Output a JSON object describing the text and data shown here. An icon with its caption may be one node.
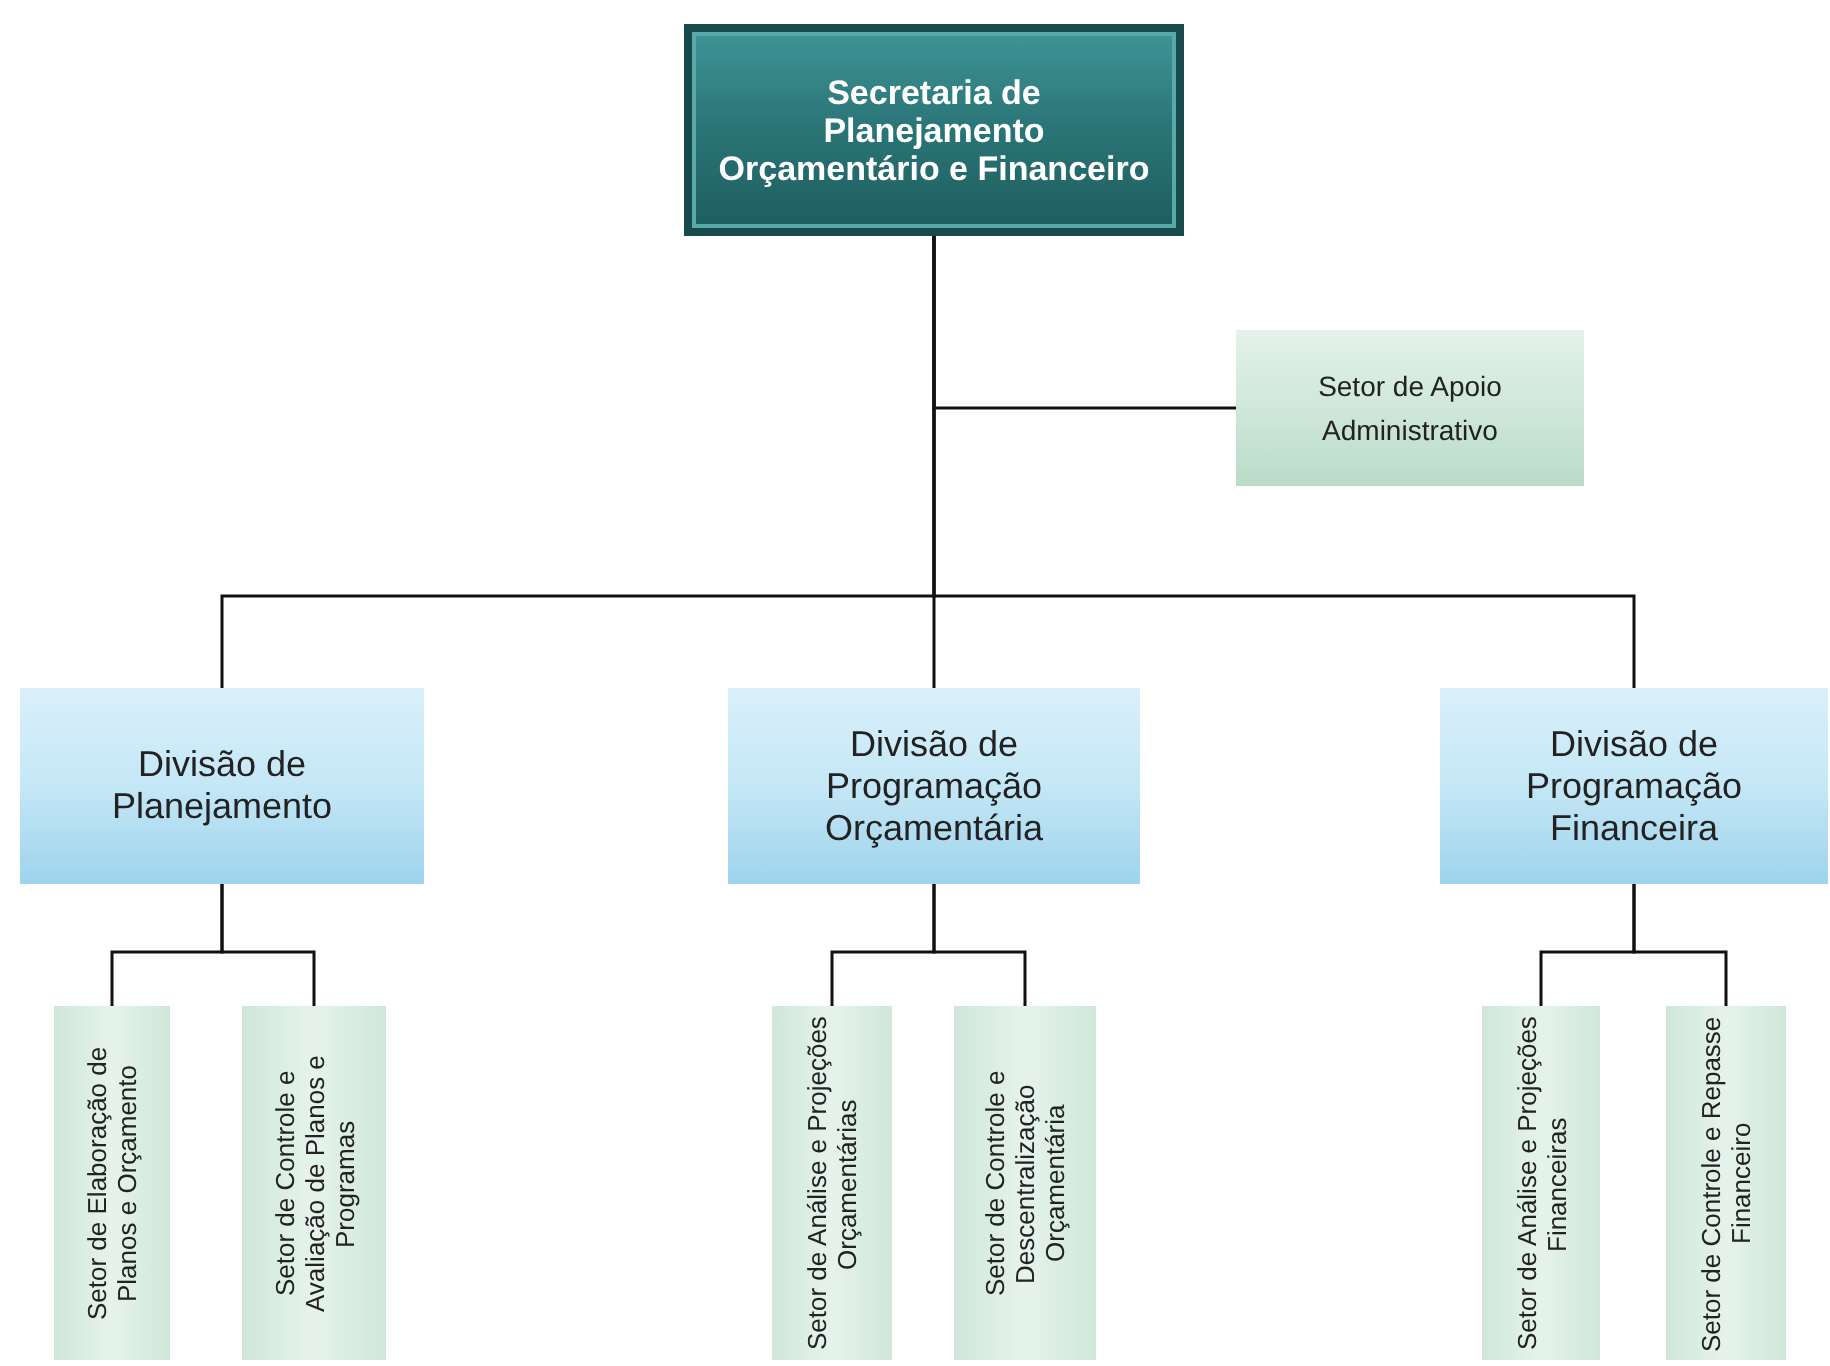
{
  "diagram": {
    "nodes": [
      {
        "text": [
          "Secretaria de Planejamento Orçamentário e Financeiro"
        ]
      },
      {
        "text": [
          "Setor de Apoio Administrativo"
        ]
      },
      {
        "text": [
          "Divisão de Planejamento"
        ]
      },
      {
        "text": [
          "Divisão de Programação Orçamentária"
        ]
      },
      {
        "text": [
          "Divisão de Programação Financeira"
        ]
      },
      {
        "text": [
          "Setor de Elaboração de Planos e Orçamento"
        ]
      },
      {
        "text": [
          "Setor de Controle e Avaliação de Planos e Programas"
        ]
      },
      {
        "text": [
          "Setor de Análise e Projeções Orçamentárias"
        ]
      },
      {
        "text": [
          "Setor de Controle e Descentralização Orçamentária"
        ]
      },
      {
        "text": [
          "Setor de Análise e Projeções Financeiras"
        ]
      },
      {
        "text": [
          "Setor de Controle e Repasse Financeiro"
        ]
      }
    ],
    "edges": [
      {
        "from": 0,
        "to": 1,
        "arrow": "none"
      },
      {
        "from": 0,
        "to": 2,
        "arrow": "none"
      },
      {
        "from": 0,
        "to": 3,
        "arrow": "none"
      },
      {
        "from": 0,
        "to": 4,
        "arrow": "none"
      },
      {
        "from": 2,
        "to": 5,
        "arrow": "none"
      },
      {
        "from": 2,
        "to": 6,
        "arrow": "none"
      },
      {
        "from": 3,
        "to": 7,
        "arrow": "none"
      },
      {
        "from": 3,
        "to": 8,
        "arrow": "none"
      },
      {
        "from": 4,
        "to": 9,
        "arrow": "none"
      },
      {
        "from": 4,
        "to": 10,
        "arrow": "none"
      }
    ]
  }
}
